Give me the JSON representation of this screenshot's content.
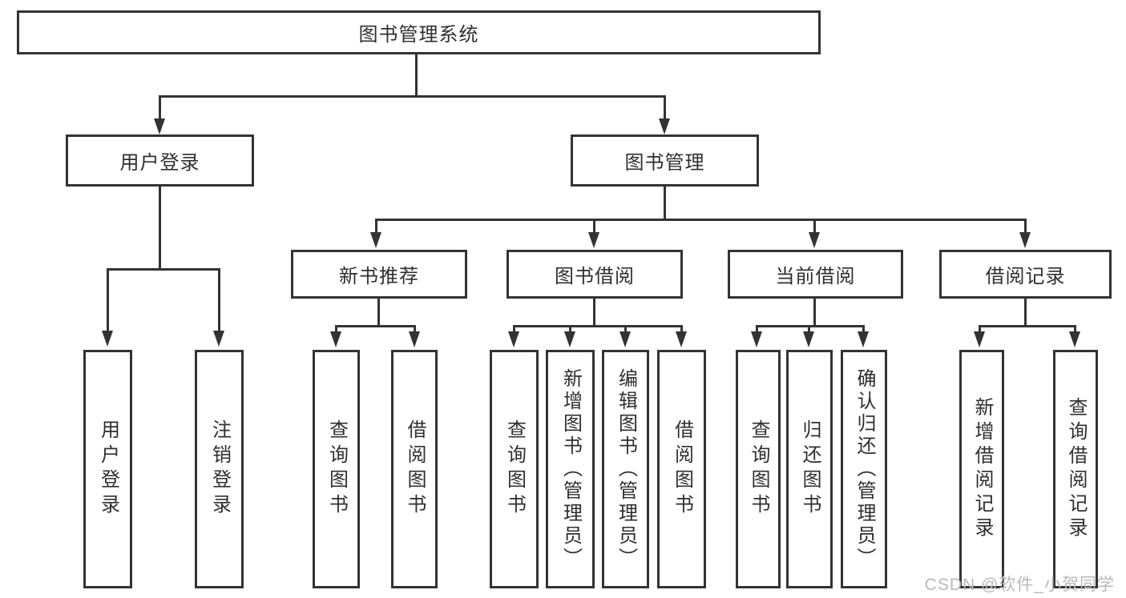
{
  "colors": {
    "line": "#333333",
    "text": "#2f2f2f",
    "watermark": "#b9b9b9",
    "background": "#ffffff"
  },
  "watermark": "CSDN @软件_小贺同学",
  "nodes": {
    "root": "图书管理系统",
    "user_login": "用户登录",
    "book_mgmt": "图书管理",
    "user_login_leaf": "用户登录",
    "logout_leaf": "注销登录",
    "new_book_rec": "新书推荐",
    "book_borrow": "图书借阅",
    "current_borrow": "当前借阅",
    "borrow_record": "借阅记录",
    "nbr_query_book": "查询图书",
    "nbr_borrow_book": "借阅图书",
    "bb_query_book": "查询图书",
    "bb_add_book": "新增图书（管理员）",
    "bb_edit_book": "编辑图书（管理员）",
    "bb_borrow_book": "借阅图书",
    "cb_query_book": "查询图书",
    "cb_return_book": "归还图书",
    "cb_confirm_return": "确认归还（管理员）",
    "br_add_record": "新增借阅记录",
    "br_query_record": "查询借阅记录"
  }
}
